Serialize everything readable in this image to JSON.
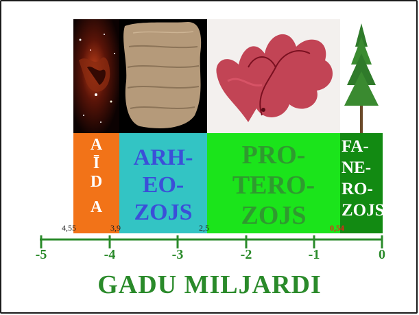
{
  "eras": [
    {
      "lines": [
        "A",
        "Ī",
        "D",
        "A"
      ],
      "color": "#f27318",
      "text_color": "#ffffff"
    },
    {
      "lines": [
        "ARH-",
        "EO-",
        "ZOJS"
      ],
      "color": "#33c4c4",
      "text_color": "#3b4fd8"
    },
    {
      "lines": [
        "PRO-",
        "TERO-",
        "ZOJS"
      ],
      "color": "#1be41b",
      "text_color": "#2f9a2f"
    },
    {
      "lines": [
        "FA-",
        "NE-",
        "RO-",
        "ZOJS"
      ],
      "color": "#128a12",
      "text_color": "#ffffff"
    }
  ],
  "boundaries": {
    "aida_start": "4,55",
    "aida_end": "3,9",
    "archean_end": "2,5",
    "proterozoic_end": "0,54"
  },
  "boundary_colors": {
    "proterozoic_end": "#e8231a"
  },
  "axis": {
    "ticks": [
      "-5",
      "-4",
      "-3",
      "-2",
      "-1",
      "0"
    ],
    "title": "GADU MILJARDI",
    "color": "#2a8a2a"
  },
  "images": [
    "nebula-image",
    "stromatolite-image",
    "red-algae-image",
    "conifer-tree-image"
  ]
}
